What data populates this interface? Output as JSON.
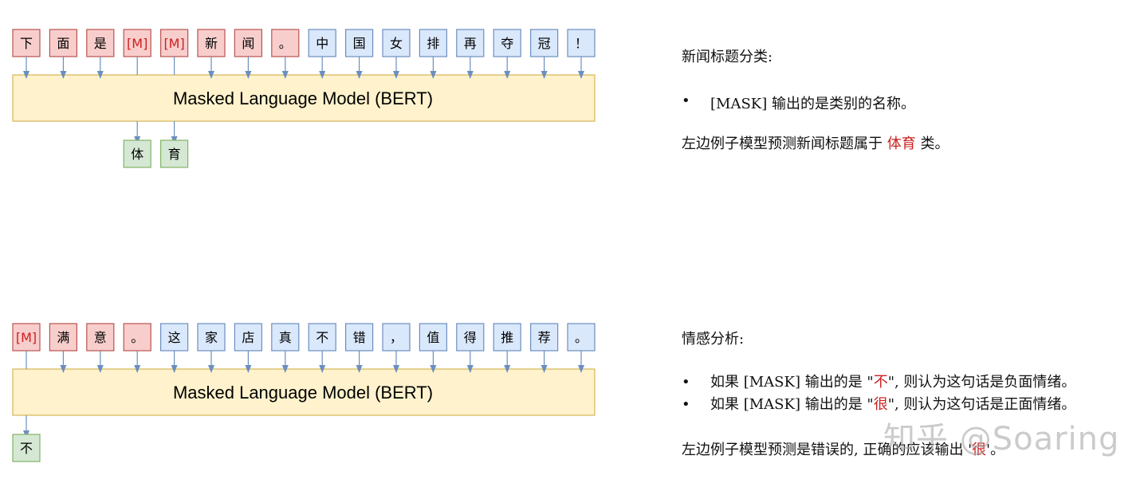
{
  "colors": {
    "token_fill": "#dae8fc",
    "token_stroke": "#6c8ebf",
    "mask_fill": "#f8cecc",
    "mask_stroke": "#b85450",
    "model_fill": "#fff2cc",
    "model_stroke": "#d6b656",
    "output_fill": "#d5e8d4",
    "output_stroke": "#82b366",
    "arrow": "#6c8ebf",
    "highlight_text": "#cc1f1f"
  },
  "diagrams": [
    {
      "tokens": [
        {
          "text": "下",
          "type": "prompt"
        },
        {
          "text": "面",
          "type": "prompt"
        },
        {
          "text": "是",
          "type": "prompt"
        },
        {
          "text": "[M]",
          "type": "mask"
        },
        {
          "text": "[M]",
          "type": "mask"
        },
        {
          "text": "新",
          "type": "prompt"
        },
        {
          "text": "闻",
          "type": "prompt"
        },
        {
          "text": "。",
          "type": "prompt"
        },
        {
          "text": "中",
          "type": "input"
        },
        {
          "text": "国",
          "type": "input"
        },
        {
          "text": "女",
          "type": "input"
        },
        {
          "text": "排",
          "type": "input"
        },
        {
          "text": "再",
          "type": "input"
        },
        {
          "text": "夺",
          "type": "input"
        },
        {
          "text": "冠",
          "type": "input"
        },
        {
          "text": "！",
          "type": "input"
        }
      ],
      "model_label": "Masked Language Model (BERT)",
      "outputs": [
        {
          "text": "体",
          "from": 3
        },
        {
          "text": "育",
          "from": 4
        }
      ]
    },
    {
      "tokens": [
        {
          "text": "[M]",
          "type": "mask"
        },
        {
          "text": "满",
          "type": "prompt"
        },
        {
          "text": "意",
          "type": "prompt"
        },
        {
          "text": "。",
          "type": "prompt"
        },
        {
          "text": "这",
          "type": "input"
        },
        {
          "text": "家",
          "type": "input"
        },
        {
          "text": "店",
          "type": "input"
        },
        {
          "text": "真",
          "type": "input"
        },
        {
          "text": "不",
          "type": "input"
        },
        {
          "text": "错",
          "type": "input"
        },
        {
          "text": "，",
          "type": "input"
        },
        {
          "text": "值",
          "type": "input"
        },
        {
          "text": "得",
          "type": "input"
        },
        {
          "text": "推",
          "type": "input"
        },
        {
          "text": "荐",
          "type": "input"
        },
        {
          "text": "。",
          "type": "input"
        }
      ],
      "model_label": "Masked Language Model (BERT)",
      "outputs": [
        {
          "text": "不",
          "from": 0
        }
      ]
    }
  ],
  "notes": {
    "news": {
      "title": "新闻标题分类:",
      "bullet1": "[MASK] 输出的是类别的名称。",
      "conclusion_prefix": "左边例子模型预测新闻标题属于 ",
      "conclusion_highlight": "体育",
      "conclusion_suffix": " 类。"
    },
    "sentiment": {
      "title": "情感分析:",
      "bullet1_prefix": "如果 [MASK] 输出的是 \"",
      "bullet1_highlight": "不",
      "bullet1_suffix": "\", 则认为这句话是负面情绪。",
      "bullet2_prefix": "如果 [MASK] 输出的是 \"",
      "bullet2_highlight": "很",
      "bullet2_suffix": "\", 则认为这句话是正面情绪。",
      "conclusion_prefix": "左边例子模型预测是错误的, 正确的应该输出 '",
      "conclusion_highlight": "很",
      "conclusion_suffix": "'。"
    }
  },
  "watermark": "知乎 @Soaring"
}
